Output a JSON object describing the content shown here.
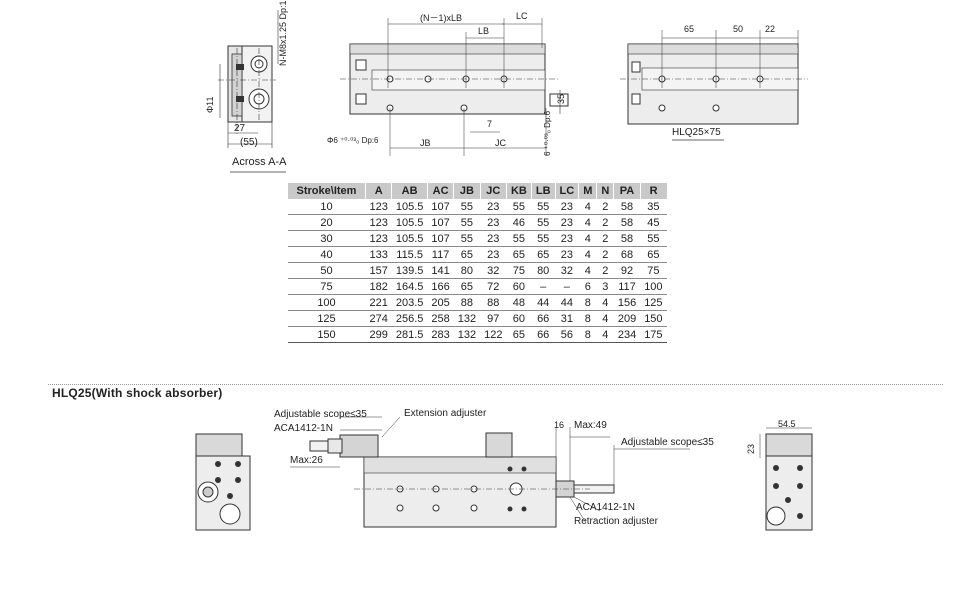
{
  "top_drawings": {
    "left": {
      "dim_thread": "N-M8x1.25 Dp:16",
      "dim_phi": "Φ11",
      "dim_27": "27",
      "dim_55": "(55)",
      "caption": "Across A-A"
    },
    "middle": {
      "dim_n1lb": "(N－1)xLB",
      "dim_lc": "LC",
      "dim_lb": "LB",
      "dim_35": "35",
      "dim_7": "7",
      "dim_jb": "JB",
      "dim_jc": "JC",
      "dim_phi6": "Φ6 ⁺⁰·⁰³₀ Dp:6",
      "dim_6dp": "6 ⁺⁰·⁰³₀ Dp:6"
    },
    "right": {
      "dim_65": "65",
      "dim_50": "50",
      "dim_22": "22",
      "caption": "HLQ25×75"
    }
  },
  "spec_table": {
    "headers": [
      "Stroke\\Item",
      "A",
      "AB",
      "AC",
      "JB",
      "JC",
      "KB",
      "LB",
      "LC",
      "M",
      "N",
      "PA",
      "R"
    ],
    "rows": [
      [
        "10",
        "123",
        "105.5",
        "107",
        "55",
        "23",
        "55",
        "55",
        "23",
        "4",
        "2",
        "58",
        "35"
      ],
      [
        "20",
        "123",
        "105.5",
        "107",
        "55",
        "23",
        "46",
        "55",
        "23",
        "4",
        "2",
        "58",
        "45"
      ],
      [
        "30",
        "123",
        "105.5",
        "107",
        "55",
        "23",
        "55",
        "55",
        "23",
        "4",
        "2",
        "58",
        "55"
      ],
      [
        "40",
        "133",
        "115.5",
        "117",
        "65",
        "23",
        "65",
        "65",
        "23",
        "4",
        "2",
        "68",
        "65"
      ],
      [
        "50",
        "157",
        "139.5",
        "141",
        "80",
        "32",
        "75",
        "80",
        "32",
        "4",
        "2",
        "92",
        "75"
      ],
      [
        "75",
        "182",
        "164.5",
        "166",
        "65",
        "72",
        "60",
        "–",
        "–",
        "6",
        "3",
        "117",
        "100"
      ],
      [
        "100",
        "221",
        "203.5",
        "205",
        "88",
        "88",
        "48",
        "44",
        "44",
        "8",
        "4",
        "156",
        "125"
      ],
      [
        "125",
        "274",
        "256.5",
        "258",
        "132",
        "97",
        "60",
        "66",
        "31",
        "8",
        "4",
        "209",
        "150"
      ],
      [
        "150",
        "299",
        "281.5",
        "283",
        "132",
        "122",
        "65",
        "66",
        "56",
        "8",
        "4",
        "234",
        "175"
      ]
    ]
  },
  "section_title": "HLQ25(With shock absorber)",
  "bottom_drawings": {
    "adj_scope_left": "Adjustable scope≤35",
    "aca_left": "ACA1412-1N",
    "extension_adjuster": "Extension adjuster",
    "max26": "Max:26",
    "dim_16": "16",
    "max49": "Max:49",
    "adj_scope_right": "Adjustable scope≤35",
    "aca_right": "ACA1412-1N",
    "retraction_adjuster": "Retraction adjuster",
    "dim_545": "54.5",
    "dim_23": "23"
  }
}
